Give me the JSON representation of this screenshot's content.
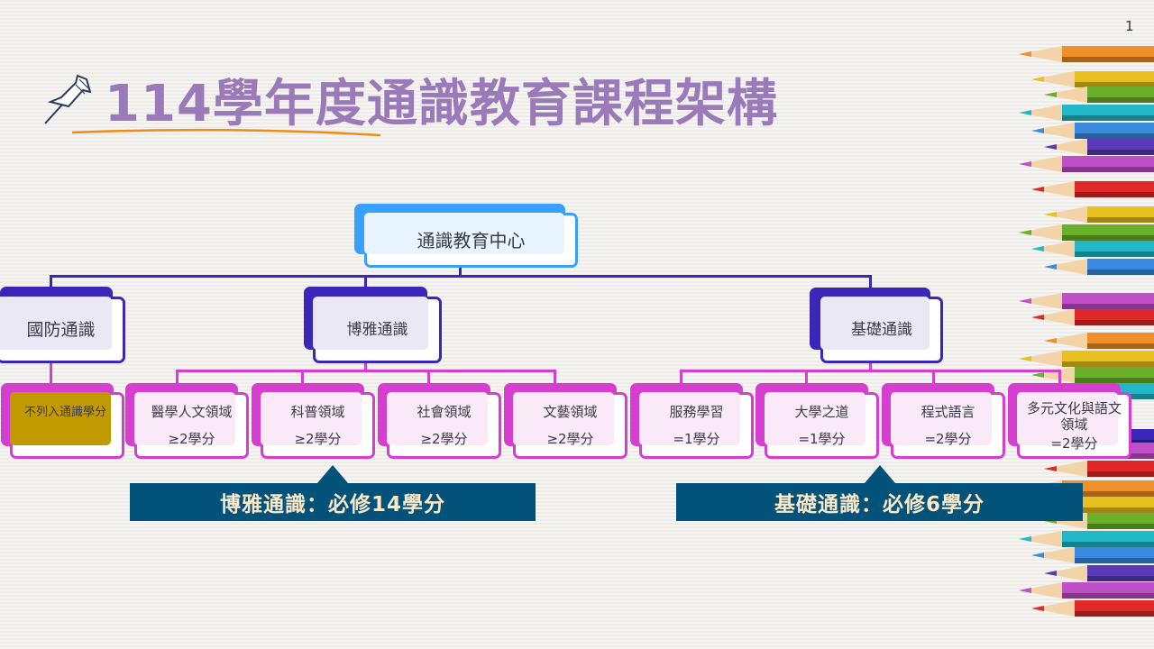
{
  "page_number": "1",
  "title": "114學年度通識教育課程架構",
  "colors": {
    "title": "#9a7ab8",
    "root": "#3aa0ff",
    "level2": "#3a26b8",
    "level3": "#d63ed0",
    "banner": "#02527a",
    "gold": "#c19a00"
  },
  "root": {
    "label": "通識教育中心"
  },
  "branches": [
    {
      "label": "國防通識",
      "children": [
        {
          "name": "不列入通識學分",
          "credit": ""
        }
      ]
    },
    {
      "label": "博雅通識",
      "children": [
        {
          "name": "醫學人文領域",
          "credit": "≥2學分"
        },
        {
          "name": "科普領域",
          "credit": "≥2學分"
        },
        {
          "name": "社會領域",
          "credit": "≥2學分"
        },
        {
          "name": "文藝領域",
          "credit": "≥2學分"
        }
      ]
    },
    {
      "label": "基礎通識",
      "children": [
        {
          "name": "服務學習",
          "credit": "=1學分"
        },
        {
          "name": "大學之道",
          "credit": "=1學分"
        },
        {
          "name": "程式語言",
          "credit": "=2學分"
        },
        {
          "name": "多元文化與語文領域",
          "credit": "=2學分"
        }
      ]
    }
  ],
  "banners": [
    {
      "label": "博雅通識：必修14學分"
    },
    {
      "label": "基礎通識：必修6學分"
    }
  ]
}
